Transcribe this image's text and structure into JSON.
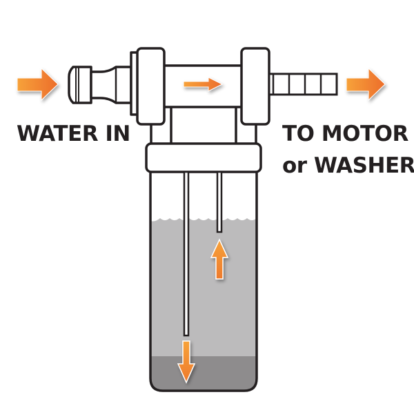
{
  "diagram": {
    "title": "Water filter flow diagram",
    "labels": {
      "water_in": "WATER IN",
      "to_motor_line1": "TO MOTOR",
      "to_motor_line2": "or WASHER"
    },
    "components": [
      {
        "id": "inlet-hose-connector",
        "name": "Inlet hose connector"
      },
      {
        "id": "filter-head",
        "name": "Filter head / manifold"
      },
      {
        "id": "outlet-barb",
        "name": "Outlet hose barb"
      },
      {
        "id": "filter-bowl",
        "name": "Transparent filter bowl"
      },
      {
        "id": "inlet-dip-tube",
        "name": "Long inlet dip tube"
      },
      {
        "id": "outlet-tube",
        "name": "Short outlet tube"
      },
      {
        "id": "water",
        "name": "Water level"
      },
      {
        "id": "sediment",
        "name": "Settled sediment"
      }
    ],
    "flow_arrows": [
      {
        "id": "arrow-in",
        "direction": "right",
        "meaning": "water entering"
      },
      {
        "id": "arrow-head",
        "direction": "right",
        "meaning": "flow through head"
      },
      {
        "id": "arrow-down",
        "direction": "down",
        "meaning": "flow down dip tube to bottom"
      },
      {
        "id": "arrow-up",
        "direction": "up",
        "meaning": "clean water rising to outlet"
      },
      {
        "id": "arrow-out",
        "direction": "right",
        "meaning": "water exiting"
      }
    ],
    "colors": {
      "outline": "#231f20",
      "arrow_light": "#f7a23a",
      "arrow_dark": "#ec6d2b",
      "water": "#bcbbbc",
      "sediment": "#8e8c8d",
      "text": "#231f20"
    }
  }
}
